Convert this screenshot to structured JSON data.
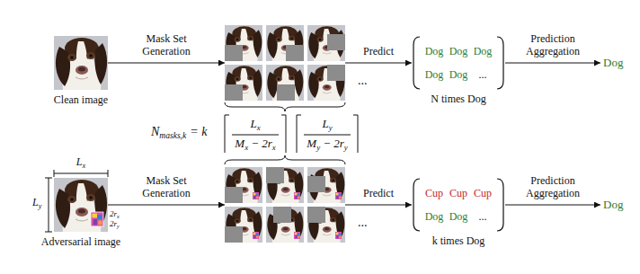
{
  "diagram": {
    "nodes": [
      {
        "text": [
          "Clean image"
        ]
      },
      {
        "text": [
          "..."
        ]
      },
      {
        "text": [
          "Dog",
          "Dog",
          "Dog",
          "Dog",
          "Dog",
          "...",
          "N times Dog"
        ]
      },
      {
        "text": [
          "Dog"
        ]
      },
      {
        "text": [
          "Adversarial image"
        ]
      },
      {
        "text": [
          "..."
        ]
      },
      {
        "text": [
          "Cup",
          "Cup",
          "Cup",
          "Dog",
          "Dog",
          "...",
          "k times Dog"
        ]
      },
      {
        "text": [
          "Dog"
        ]
      }
    ],
    "edges": [
      {
        "from": 0,
        "to": 1,
        "arrow": "to",
        "label": "Mask Set Generation"
      },
      {
        "from": 1,
        "to": 2,
        "arrow": "to",
        "label": "Predict"
      },
      {
        "from": 2,
        "to": 3,
        "arrow": "to",
        "label": "Prediction Aggregation"
      },
      {
        "from": 4,
        "to": 5,
        "arrow": "to",
        "label": "Mask Set Generation"
      },
      {
        "from": 5,
        "to": 6,
        "arrow": "to",
        "label": "Predict"
      },
      {
        "from": 6,
        "to": 7,
        "arrow": "to",
        "label": "Prediction Aggregation"
      }
    ],
    "labels": [
      "N",
      "masks,k",
      "= k",
      "L",
      "x",
      "M",
      "x",
      "− 2r",
      "x",
      "L",
      "y",
      "M",
      "y",
      "− 2r",
      "y",
      "L",
      "x",
      "L",
      "y",
      "2r",
      "x",
      "2r",
      "y"
    ]
  }
}
